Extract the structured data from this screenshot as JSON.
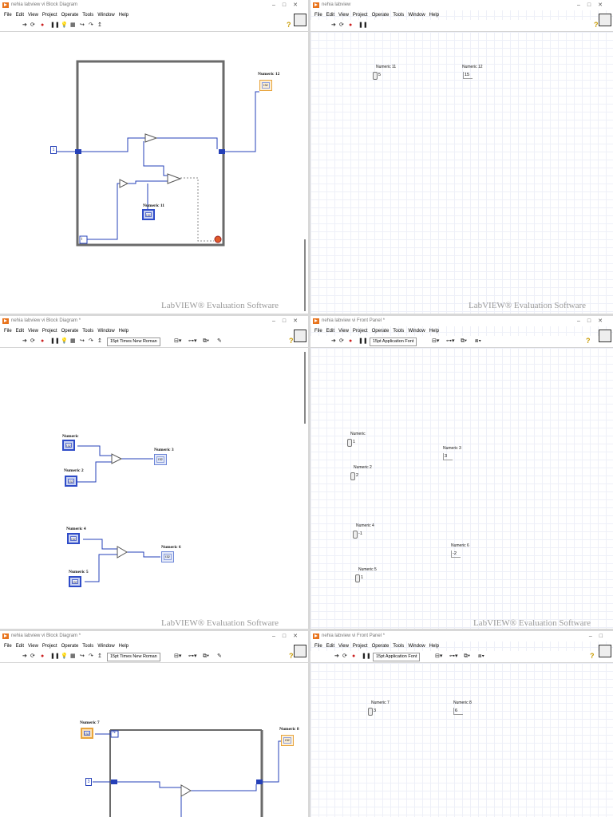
{
  "menu": [
    "File",
    "Edit",
    "View",
    "Project",
    "Operate",
    "Tools",
    "Window",
    "Help"
  ],
  "watermark": "LabVIEW® Evaluation Software",
  "font_diagram": "15pt Times New Roman",
  "font_panel": "15pt Application Font",
  "windows": {
    "w1": {
      "title": "nehia labview vi Block Diagram"
    },
    "w2": {
      "title": "nehia labview"
    },
    "w3": {
      "title": "nehia labview vi Block Diagram *"
    },
    "w4": {
      "title": "nehia labview vi Front Panel *"
    },
    "w5": {
      "title": "nehia labview vi Block Diagram *"
    },
    "w6": {
      "title": "nehia labview vi Front Panel *"
    }
  },
  "diagram1": {
    "const_left": "1",
    "label_n11": "Numeric 11",
    "label_n12": "Numeric 12",
    "iter": "i"
  },
  "panel1": {
    "n11_label": "Numeric 11",
    "n11_value": "5",
    "n12_label": "Numeric 12",
    "n12_value": "15"
  },
  "diagram2": {
    "n": "Numeric",
    "n2": "Numeric 2",
    "n3": "Numeric 3",
    "n4": "Numeric 4",
    "n5": "Numeric 5",
    "n6": "Numeric 6"
  },
  "panel2": {
    "n_label": "Numeric",
    "n_value": "1",
    "n2_label": "Numeric 2",
    "n2_value": "2",
    "n3_label": "Numeric 3",
    "n3_value": "3",
    "n4_label": "Numeric 4",
    "n4_value": "-1",
    "n5_label": "Numeric 5",
    "n5_value": "1",
    "n6_label": "Numeric 6",
    "n6_value": "-2"
  },
  "diagram3": {
    "n7": "Numeric 7",
    "n8": "Numeric 8",
    "const_left": "3",
    "n_term": "N"
  },
  "panel3": {
    "n7_label": "Numeric 7",
    "n7_value": "3",
    "n8_label": "Numeric 8",
    "n8_value": "6"
  },
  "ind_text": "I32"
}
